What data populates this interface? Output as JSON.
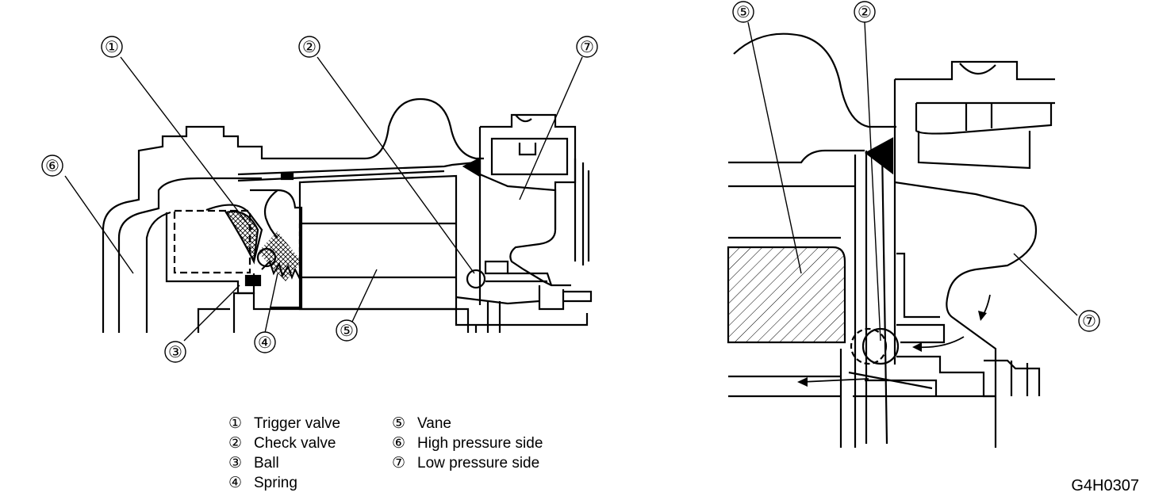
{
  "callouts": {
    "n1": "①",
    "n2": "②",
    "n3": "③",
    "n4": "④",
    "n5": "⑤",
    "n6": "⑥",
    "n7": "⑦"
  },
  "legend": {
    "left": [
      {
        "num": "①",
        "label": "Trigger valve"
      },
      {
        "num": "②",
        "label": "Check valve"
      },
      {
        "num": "③",
        "label": "Ball"
      },
      {
        "num": "④",
        "label": "Spring"
      }
    ],
    "right": [
      {
        "num": "⑤",
        "label": "Vane"
      },
      {
        "num": "⑥",
        "label": "High pressure side"
      },
      {
        "num": "⑦",
        "label": "Low pressure side"
      }
    ]
  },
  "figure_code": "G4H0307"
}
